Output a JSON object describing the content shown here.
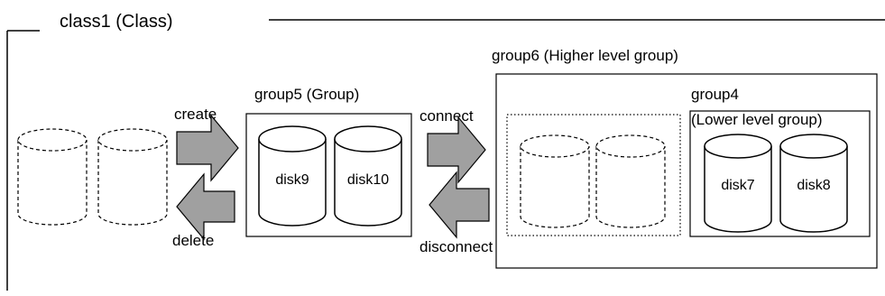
{
  "diagram": {
    "class_label": "class1 (Class)",
    "higher_group_label": "group6 (Higher level group)",
    "group5_label": "group5 (Group)",
    "lower_group_name": "group4",
    "lower_group_desc": "(Lower level group)",
    "actions": {
      "create": "create",
      "delete": "delete",
      "connect": "connect",
      "disconnect": "disconnect"
    },
    "disks": {
      "disk9": "disk9",
      "disk10": "disk10",
      "disk7": "disk7",
      "disk8": "disk8"
    }
  },
  "colors": {
    "arrow_fill": "#a0a0a0",
    "line": "#000000",
    "background": "#ffffff"
  }
}
